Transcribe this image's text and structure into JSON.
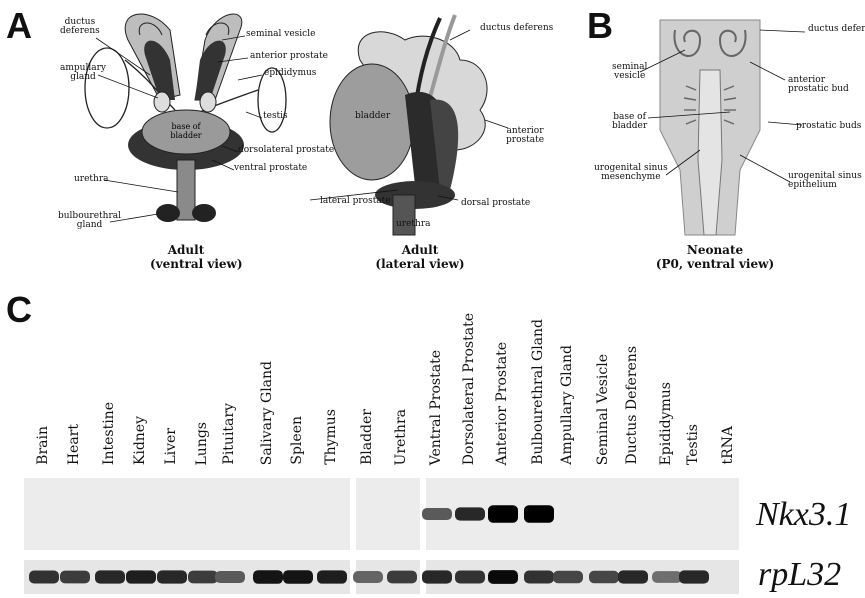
{
  "panels": {
    "a": {
      "letter": "A"
    },
    "b": {
      "letter": "B"
    },
    "c": {
      "letter": "C"
    }
  },
  "adult_ventral": {
    "caption_line1": "Adult",
    "caption_line2": "(ventral view)",
    "labels": {
      "ductus_deferens": "ductus\ndeferens",
      "ampullary_gland": "ampullary\ngland",
      "seminal_vesicle": "seminal vesicle",
      "anterior_prostate": "anterior prostate",
      "epididymus": "epididymus",
      "testis": "testis",
      "base_of_bladder": "base of\nbladder",
      "dorsolateral_prostate": "dorsolateral prostate",
      "ventral_prostate": "ventral prostate",
      "urethra": "urethra",
      "bulbourethral_gland": "bulbourethral\ngland"
    }
  },
  "adult_lateral": {
    "caption_line1": "Adult",
    "caption_line2": "(lateral view)",
    "labels": {
      "ductus_deferens": "ductus deferens",
      "bladder": "bladder",
      "anterior_prostate": "anterior\nprostate",
      "lateral_prostate": "lateral prostate",
      "dorsal_prostate": "dorsal prostate",
      "urethra": "urethra"
    }
  },
  "neonate": {
    "caption_line1": "Neonate",
    "caption_line2": "(P0, ventral view)",
    "labels": {
      "seminal_vesicle": "seminal\nvesicle",
      "ductus_deferens": "ductus deferens",
      "anterior_prostatic_bud": "anterior\nprostatic bud",
      "base_of_bladder": "base of\nbladder",
      "prostatic_buds": "prostatic buds",
      "urogenital_sinus_mesenchyme": "urogenital sinus\nmesenchyme",
      "urogenital_sinus_epithelium": "urogenital sinus\nepithelium"
    }
  },
  "blot": {
    "lanes": [
      "Brain",
      "Heart",
      "Intestine",
      "Kidney",
      "Liver",
      "Lungs",
      "Pituitary",
      "Salivary Gland",
      "Spleen",
      "Thymus",
      "Bladder",
      "Urethra",
      "Ventral Prostate",
      "Dorsolateral Prostate",
      "Anterior Prostate",
      "Bulbourethral Gland",
      "Ampullary Gland",
      "Seminal Vesicle",
      "Ductus Deferens",
      "Epididymus",
      "Testis",
      "tRNA"
    ],
    "genes": {
      "top": "Nkx3.1",
      "bottom": "rpL32"
    },
    "nkx_intensity": [
      0,
      0,
      0,
      0,
      0,
      0,
      0,
      0,
      0,
      0,
      0,
      0,
      0.55,
      0.8,
      1,
      1,
      0,
      0,
      0,
      0,
      0,
      0
    ],
    "rpl_intensity": [
      0.75,
      0.7,
      0.8,
      0.85,
      0.8,
      0.7,
      0.55,
      0.9,
      0.9,
      0.85,
      0.5,
      0.7,
      0.8,
      0.75,
      0.95,
      0.75,
      0.65,
      0.65,
      0.8,
      0.45,
      0.8,
      0
    ]
  }
}
